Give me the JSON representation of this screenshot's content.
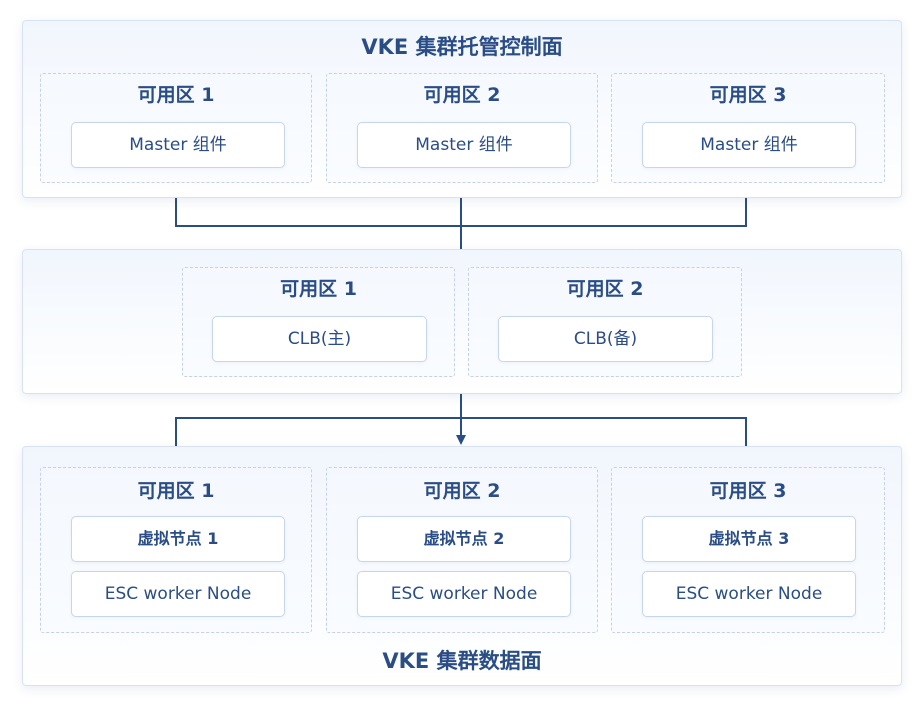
{
  "control_plane": {
    "title": "VKE 集群托管控制面",
    "zones": [
      {
        "label": "可用区 1",
        "component": "Master 组件"
      },
      {
        "label": "可用区 2",
        "component": "Master 组件"
      },
      {
        "label": "可用区 3",
        "component": "Master 组件"
      }
    ]
  },
  "lb_layer": {
    "zones": [
      {
        "label": "可用区 1",
        "component": "CLB(主)"
      },
      {
        "label": "可用区 2",
        "component": "CLB(备)"
      }
    ]
  },
  "data_plane": {
    "title": "VKE 集群数据面",
    "zones": [
      {
        "label": "可用区 1",
        "node": "虚拟节点 1",
        "worker": "ESC worker Node"
      },
      {
        "label": "可用区 2",
        "node": "虚拟节点 2",
        "worker": "ESC worker Node"
      },
      {
        "label": "可用区 3",
        "node": "虚拟节点 3",
        "worker": "ESC worker Node"
      }
    ]
  },
  "colors": {
    "line": "#2a4d85",
    "text": "#2a4d85",
    "border": "#c6d6ec"
  }
}
